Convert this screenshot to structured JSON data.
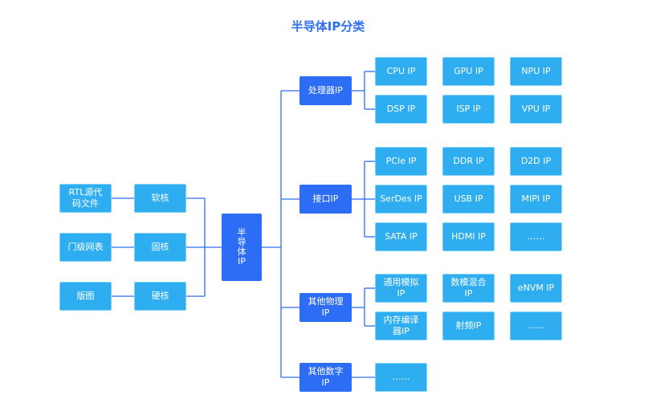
{
  "title": "半导体IP分类",
  "center": "半\n导\n体\nIP",
  "left_types": [
    "软核",
    "固核",
    "硬核"
  ],
  "left_desc": [
    "RTL源代\n码文件",
    "门级网表",
    "版图"
  ],
  "categories": [
    {
      "label": "处理器IP",
      "items": [
        [
          "CPU IP",
          "GPU IP",
          "NPU IP"
        ],
        [
          "DSP IP",
          "ISP IP",
          "VPU IP"
        ]
      ]
    },
    {
      "label": "接口IP",
      "items": [
        [
          "PCIe IP",
          "DDR IP",
          "D2D IP"
        ],
        [
          "SerDes IP",
          "USB IP",
          "MIPI IP"
        ],
        [
          "SATA IP",
          "HDMI IP",
          "……"
        ]
      ]
    },
    {
      "label": "其他物理\nIP",
      "items": [
        [
          "通用模拟\nIP",
          "数模混合\nIP",
          "eNVM IP"
        ],
        [
          "内存编译\n器IP",
          "射频IP",
          "……"
        ]
      ]
    },
    {
      "label": "其他数字\nIP",
      "items": [
        [
          "……"
        ]
      ]
    }
  ]
}
